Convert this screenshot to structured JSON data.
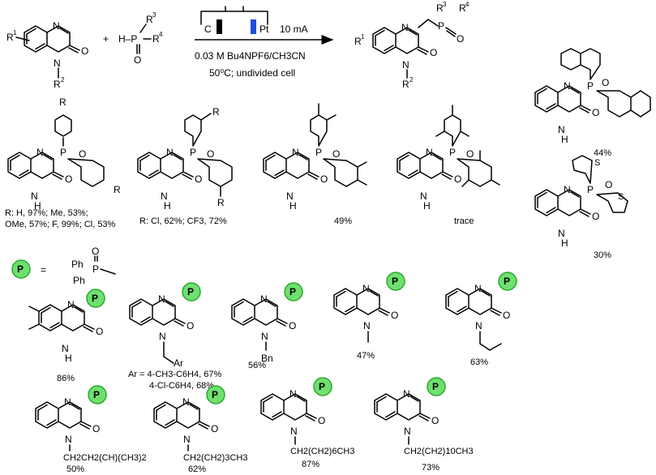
{
  "reaction": {
    "cathode": "C",
    "anode": "Pt",
    "current": "10 mA",
    "conditions_line1": "0.03 M Bu4NPF6/CH3CN",
    "conditions_line2": "50⁰C; undivided cell"
  },
  "atoms": {
    "N": "N",
    "O": "O",
    "H": "H",
    "P": "P",
    "NH": "N",
    "S": "S",
    "R1": "R",
    "R1_sup": "1",
    "R2": "R",
    "R2_sup": "2",
    "R3": "R",
    "R3_sup": "3",
    "R4": "R",
    "R4_sup": "4",
    "R": "R",
    "plus": "+",
    "HP": "H–P"
  },
  "legend": {
    "symbol": "P",
    "equals": "=",
    "ph1": "Ph",
    "ph2": "Ph"
  },
  "row1": {
    "c1": "R: H, 97%; Me, 53%;",
    "c1b": "OMe, 57%; F, 99%; Cl, 53%",
    "c2": "R: Cl, 62%; CF3, 72%",
    "c3": "49%",
    "c4": "trace",
    "c5": "44%",
    "c6": "30%"
  },
  "row2": {
    "y1": "86%",
    "ar1": "Ar  =  4-CH3-C6H4, 67%",
    "ar2": "4-Cl-C6H4, 68%",
    "ar_label": "Ar",
    "bn": "Bn",
    "y3": "56%",
    "y4": "47%",
    "y5": "63%"
  },
  "row3": {
    "s1": "CH2CH2(CH)(CH3)2",
    "y1": "50%",
    "s2": "CH2(CH2)3CH3",
    "y2": "62%",
    "s3": "CH2(CH2)6CH3",
    "y3": "87%",
    "s4": "CH2(CH2)10CH3",
    "y4": "73%"
  }
}
